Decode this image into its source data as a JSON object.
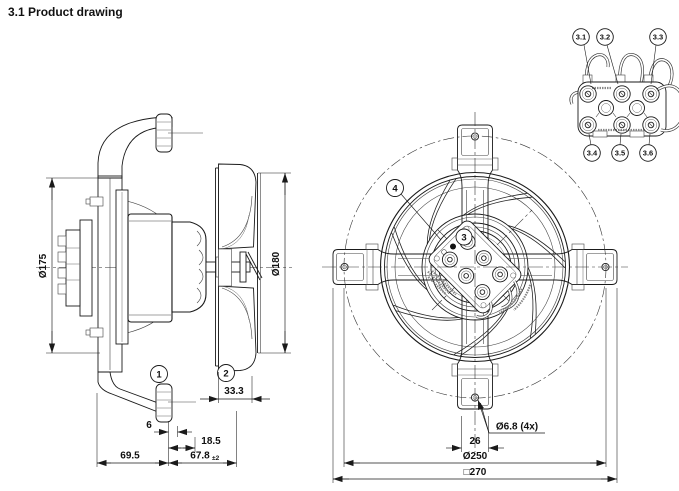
{
  "title": "3.1 Product drawing",
  "colors": {
    "line": "#1a1a1a",
    "background": "#ffffff"
  },
  "side_view": {
    "balloon_1": "1",
    "balloon_2": "2",
    "dim_d175": "Ø175",
    "dim_d180": "Ø180",
    "dim_33_3": "33.3",
    "dim_6": "6",
    "dim_18_5": "18.5",
    "dim_69_5": "69.5",
    "dim_67_8": "67.8",
    "dim_67_8_tol": "±2"
  },
  "front_view": {
    "balloon_3": "3",
    "balloon_4": "4",
    "dim_hole": "Ø6.8 (4x)",
    "dim_26": "26",
    "dim_d250": "Ø250",
    "dim_sq270": "□270"
  },
  "terminal_detail": {
    "label_3_1": "3.1",
    "label_3_2": "3.2",
    "label_3_3": "3.3",
    "label_3_4": "3.4",
    "label_3_5": "3.5",
    "label_3_6": "3.6"
  }
}
